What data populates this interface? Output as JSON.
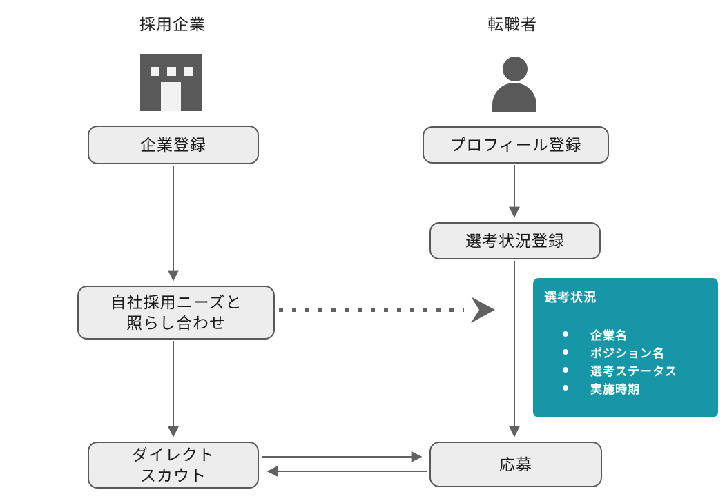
{
  "colors": {
    "accent_teal": "#1696a6",
    "box_fill": "#ededed",
    "box_border": "#595959",
    "arrow": "#616161",
    "icon": "#595959"
  },
  "actors": {
    "company_label": "採用企業",
    "jobseeker_label": "転職者"
  },
  "company_flow": {
    "step1": "企業登録",
    "step2": "自社採用ニーズと\n照らし合わせ",
    "step3": "ダイレクト\nスカウト"
  },
  "jobseeker_flow": {
    "step1": "プロフィール登録",
    "step2": "選考状況登録",
    "step3": "応募"
  },
  "panel": {
    "title": "選考状況",
    "items": [
      "企業名",
      "ポジション名",
      "選考ステータス",
      "実施時期"
    ]
  }
}
